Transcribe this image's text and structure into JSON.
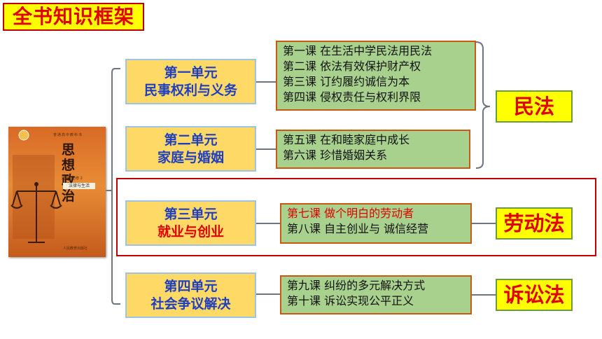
{
  "title": "全书知识框架",
  "book": {
    "series": "普通高中教科书",
    "title": "思想政治",
    "volume": "选择性必修 2",
    "subtitle": "法律与生活",
    "publisher": "人民教育出版社"
  },
  "units": [
    {
      "number": "第一单元",
      "name": "民事权利与义务",
      "highlight": false
    },
    {
      "number": "第二单元",
      "name": "家庭与婚姻",
      "highlight": false
    },
    {
      "number": "第三单元",
      "name": "就业与创业",
      "highlight": true
    },
    {
      "number": "第四单元",
      "name": "社会争议解决",
      "highlight": false
    }
  ],
  "lesson_groups": [
    {
      "lessons": [
        "第一课  在生活中学民法用民法",
        "第二课  依法有效保护财产权",
        "第三课  订约履约诚信为本",
        "第四课  侵权责任与权利界限"
      ]
    },
    {
      "lessons": [
        "第五课  在和睦家庭中成长",
        "第六课  珍惜婚姻关系"
      ]
    },
    {
      "lessons": [
        "第七课  做个明白的劳动者",
        "第八课  自主创业与  诚信经营"
      ],
      "highlight_index": 0
    },
    {
      "lessons": [
        "第九课  纠纷的多元解决方式",
        "第十课  诉讼实现公平正义"
      ]
    }
  ],
  "laws": [
    "民法",
    "劳动法",
    "诉讼法"
  ],
  "colors": {
    "title_bg": "#ffff00",
    "accent_red": "#e00000",
    "unit_bg": "#ffd966",
    "unit_text": "#1f3fbf",
    "lesson_bg": "#a9d18e",
    "lesson_border": "#c55a11",
    "frame_red": "#c00000"
  }
}
